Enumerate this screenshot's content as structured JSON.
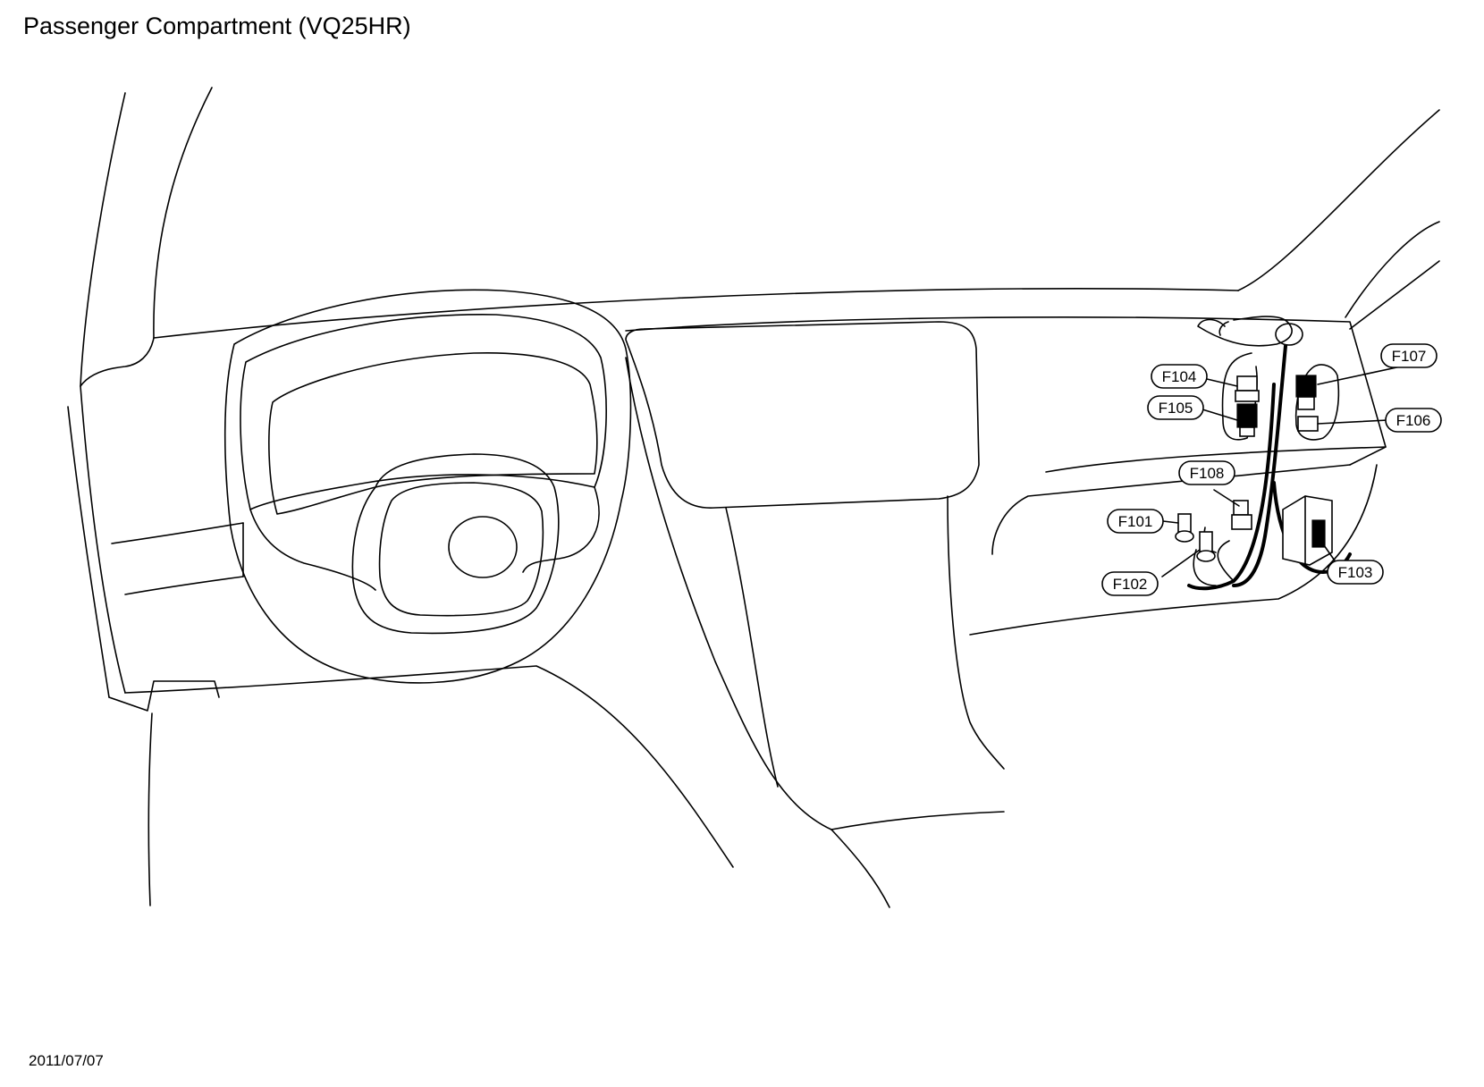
{
  "title": "Passenger Compartment (VQ25HR)",
  "date": "2011/07/07",
  "connectors": {
    "f101": "F101",
    "f102": "F102",
    "f103": "F103",
    "f104": "F104",
    "f105": "F105",
    "f106": "F106",
    "f107": "F107",
    "f108": "F108"
  }
}
